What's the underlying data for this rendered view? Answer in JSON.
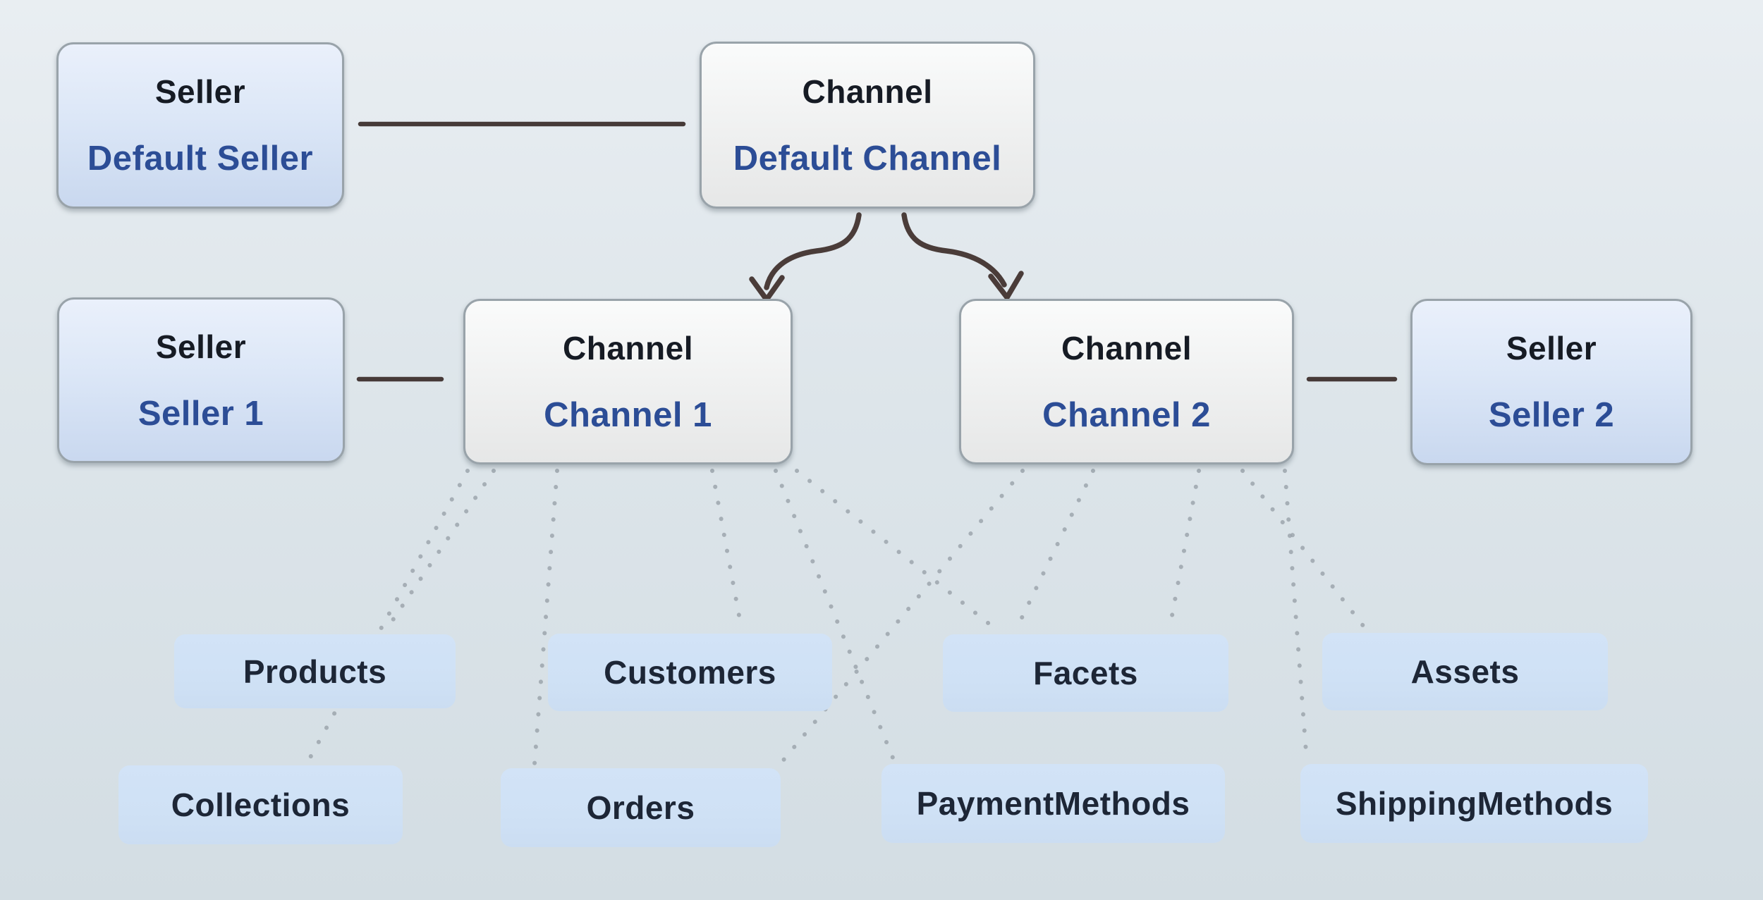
{
  "nodes": {
    "default_seller": {
      "type": "Seller",
      "name": "Default Seller"
    },
    "default_channel": {
      "type": "Channel",
      "name": "Default Channel"
    },
    "seller_1": {
      "type": "Seller",
      "name": "Seller 1"
    },
    "channel_1": {
      "type": "Channel",
      "name": "Channel 1"
    },
    "channel_2": {
      "type": "Channel",
      "name": "Channel 2"
    },
    "seller_2": {
      "type": "Seller",
      "name": "Seller 2"
    }
  },
  "entities": {
    "products": {
      "label": "Products"
    },
    "customers": {
      "label": "Customers"
    },
    "facets": {
      "label": "Facets"
    },
    "assets": {
      "label": "Assets"
    },
    "collections": {
      "label": "Collections"
    },
    "orders": {
      "label": "Orders"
    },
    "payment_methods": {
      "label": "PaymentMethods"
    },
    "shipping_methods": {
      "label": "ShippingMethods"
    }
  },
  "relationships": {
    "solid": [
      {
        "from": "default_seller",
        "to": "default_channel"
      },
      {
        "from": "seller_1",
        "to": "channel_1"
      },
      {
        "from": "channel_2",
        "to": "seller_2"
      }
    ],
    "arrows": [
      {
        "from": "default_channel",
        "to": "channel_1"
      },
      {
        "from": "default_channel",
        "to": "channel_2"
      }
    ],
    "dotted": [
      {
        "from": "channel_1",
        "to": "products"
      },
      {
        "from": "channel_1",
        "to": "collections"
      },
      {
        "from": "channel_1",
        "to": "orders"
      },
      {
        "from": "channel_1",
        "to": "customers"
      },
      {
        "from": "channel_1",
        "to": "payment_methods"
      },
      {
        "from": "channel_1",
        "to": "facets"
      },
      {
        "from": "channel_2",
        "to": "orders"
      },
      {
        "from": "channel_2",
        "to": "facets"
      },
      {
        "from": "channel_2",
        "to": "assets"
      },
      {
        "from": "channel_2",
        "to": "shipping_methods"
      }
    ]
  },
  "colors": {
    "background_top": "#e9eef2",
    "background_bottom": "#d3dde3",
    "seller_box_top": "#eaf0fb",
    "seller_box_bottom": "#c9d8ef",
    "channel_box_top": "#fafbfb",
    "channel_box_bottom": "#e6e7e7",
    "box_border": "#99a3aa",
    "entity_box": "#cfe1f5",
    "type_text": "#161b24",
    "name_text": "#2c4d96",
    "entity_text": "#1d2636",
    "connector": "#463a38",
    "dotted_connector": "#98a1a9"
  }
}
